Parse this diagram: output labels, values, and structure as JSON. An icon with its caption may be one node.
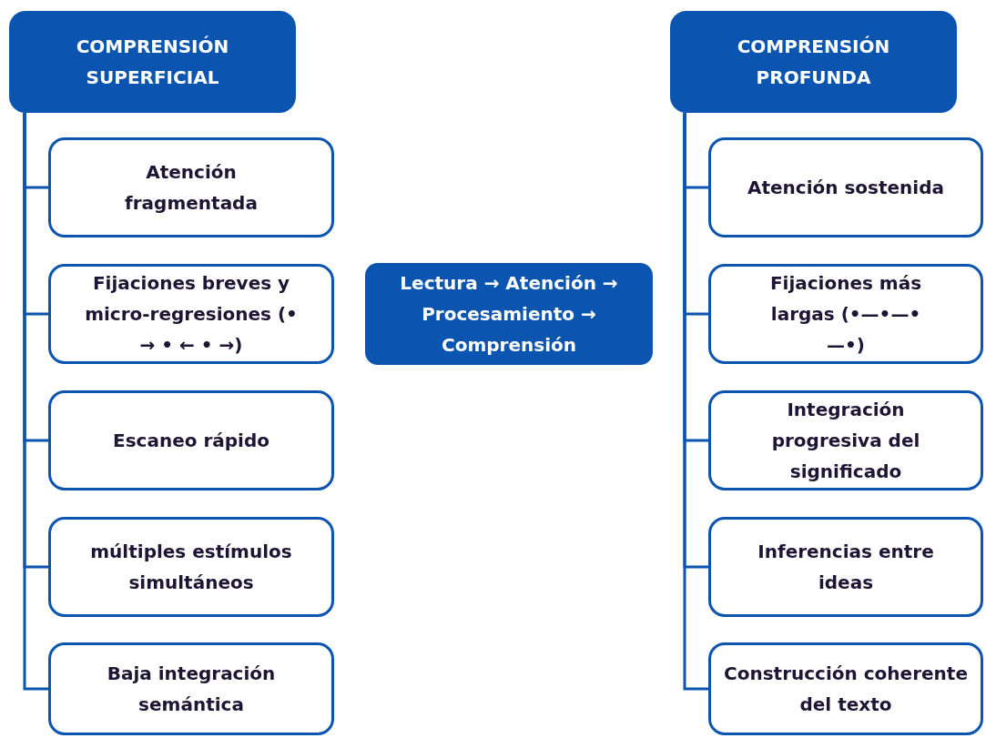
{
  "diagram": {
    "nodes": [
      {
        "text": [
          "COMPRENSIÓN SUPERFICIAL"
        ]
      },
      {
        "text": [
          "Atención fragmentada"
        ]
      },
      {
        "text": [
          "Fijaciones breves y micro-regresiones (• → • ← • →)"
        ]
      },
      {
        "text": [
          "Escaneo rápido"
        ]
      },
      {
        "text": [
          "múltiples estímulos simultáneos"
        ]
      },
      {
        "text": [
          "Baja integración semántica"
        ]
      },
      {
        "text": [
          "Lectura → Atención → Procesamiento → Comprensión"
        ]
      },
      {
        "text": [
          "COMPRENSIÓN PROFUNDA"
        ]
      },
      {
        "text": [
          "Atención sostenida"
        ]
      },
      {
        "text": [
          "Fijaciones más largas (•—•—•—•)"
        ]
      },
      {
        "text": [
          "Integración progresiva del significado"
        ]
      },
      {
        "text": [
          "Inferencias entre ideas"
        ]
      },
      {
        "text": [
          "Construcción coherente del texto"
        ]
      }
    ],
    "edges": [
      {
        "from": 0,
        "to": 1,
        "arrow": "none"
      },
      {
        "from": 0,
        "to": 2,
        "arrow": "none"
      },
      {
        "from": 0,
        "to": 3,
        "arrow": "none"
      },
      {
        "from": 0,
        "to": 4,
        "arrow": "none"
      },
      {
        "from": 0,
        "to": 5,
        "arrow": "none"
      },
      {
        "from": 7,
        "to": 8,
        "arrow": "none"
      },
      {
        "from": 7,
        "to": 9,
        "arrow": "none"
      },
      {
        "from": 7,
        "to": 10,
        "arrow": "none"
      },
      {
        "from": 7,
        "to": 11,
        "arrow": "none"
      },
      {
        "from": 7,
        "to": 12,
        "arrow": "none"
      }
    ]
  }
}
